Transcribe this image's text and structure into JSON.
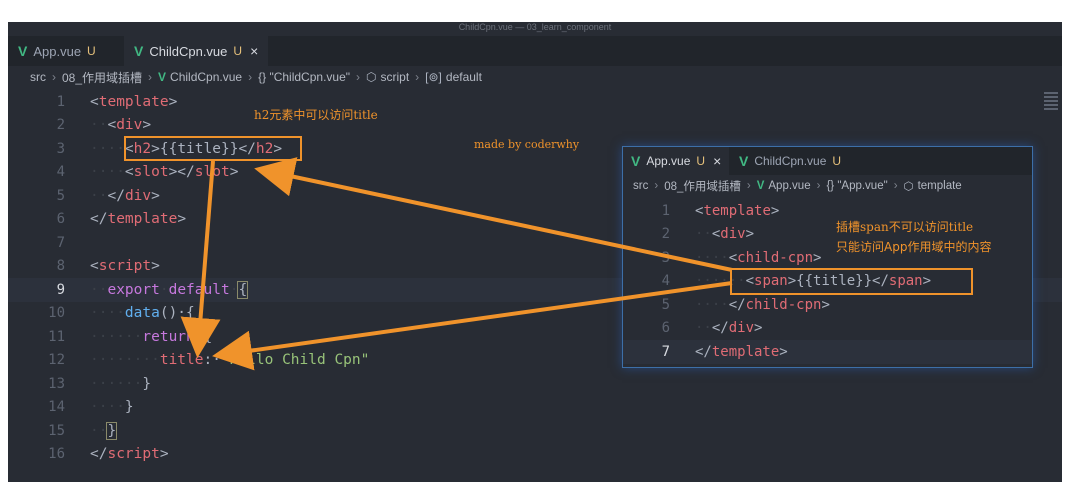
{
  "window_title": "ChildCpn.vue — 03_learn_component",
  "tabs": [
    {
      "label": "App.vue",
      "status": "U",
      "active": false
    },
    {
      "label": "ChildCpn.vue",
      "status": "U",
      "active": true,
      "close": "×"
    }
  ],
  "breadcrumb": {
    "src": "src",
    "folder": "08_作用域插槽",
    "file": "ChildCpn.vue",
    "obj": "{} \"ChildCpn.vue\"",
    "script": "script",
    "default": "default"
  },
  "code_lines": [
    {
      "n": "1"
    },
    {
      "n": "2"
    },
    {
      "n": "3"
    },
    {
      "n": "4"
    },
    {
      "n": "5"
    },
    {
      "n": "6"
    },
    {
      "n": "7"
    },
    {
      "n": "8"
    },
    {
      "n": "9"
    },
    {
      "n": "10"
    },
    {
      "n": "11"
    },
    {
      "n": "12"
    },
    {
      "n": "13"
    },
    {
      "n": "14"
    },
    {
      "n": "15"
    },
    {
      "n": "16"
    }
  ],
  "code_text": {
    "l1_tag": "template",
    "l2_tag": "div",
    "l3_open": "h2",
    "l3_expr": "{{title}}",
    "l3_close": "h2",
    "l4_open": "slot",
    "l4_close": "slot",
    "l5_tag": "div",
    "l6_tag": "template",
    "l8_tag": "script",
    "l9_kw": "export",
    "l9_kw2": "default",
    "l10_fn": "data",
    "l11_kw": "return",
    "l12_prop": "title",
    "l12_str": "\"Hello Child Cpn\"",
    "l16_tag": "script"
  },
  "annotations": {
    "main_note": "h2元素中可以访问title",
    "made_by": "made by coderwhy",
    "inset_note_1": "插槽span不可以访问title",
    "inset_note_2": "只能访问App作用域中的内容"
  },
  "inset": {
    "tabs": [
      {
        "label": "App.vue",
        "status": "U",
        "active": true,
        "close": "×"
      },
      {
        "label": "ChildCpn.vue",
        "status": "U",
        "active": false
      }
    ],
    "breadcrumb": {
      "src": "src",
      "folder": "08_作用域插槽",
      "file": "App.vue",
      "obj": "{} \"App.vue\"",
      "template": "template"
    },
    "code_lines": [
      {
        "n": "1"
      },
      {
        "n": "2"
      },
      {
        "n": "3"
      },
      {
        "n": "4"
      },
      {
        "n": "5"
      },
      {
        "n": "6"
      },
      {
        "n": "7"
      }
    ],
    "code_text": {
      "l1_tag": "template",
      "l2_tag": "div",
      "l3_tag": "child-cpn",
      "l4_open": "span",
      "l4_expr": "{{title}}",
      "l4_close": "span",
      "l5_tag": "child-cpn",
      "l6_tag": "div",
      "l7_tag": "template"
    }
  },
  "colors": {
    "accent": "#f0932b",
    "vue_green": "#41b883",
    "bg": "#282c34"
  }
}
